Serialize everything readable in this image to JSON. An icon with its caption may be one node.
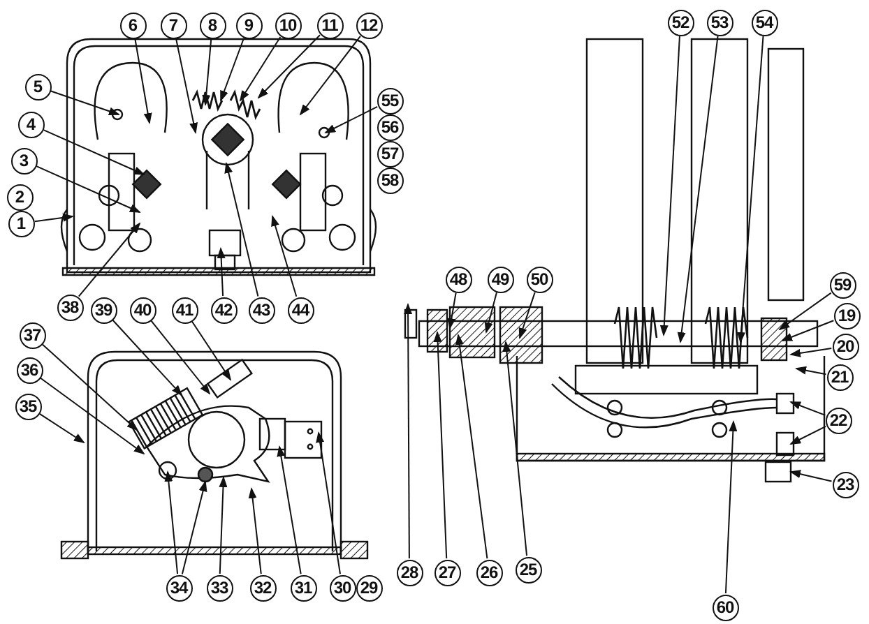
{
  "diagram": {
    "nodes": [
      {
        "text": [
          "6"
        ]
      },
      {
        "text": [
          "7"
        ]
      },
      {
        "text": [
          "8"
        ]
      },
      {
        "text": [
          "9"
        ]
      },
      {
        "text": [
          "10"
        ]
      },
      {
        "text": [
          "11"
        ]
      },
      {
        "text": [
          "12"
        ]
      },
      {
        "text": [
          "52"
        ]
      },
      {
        "text": [
          "53"
        ]
      },
      {
        "text": [
          "54"
        ]
      },
      {
        "text": [
          "5"
        ]
      },
      {
        "text": [
          "55"
        ]
      },
      {
        "text": [
          "56"
        ]
      },
      {
        "text": [
          "57"
        ]
      },
      {
        "text": [
          "58"
        ]
      },
      {
        "text": [
          "4"
        ]
      },
      {
        "text": [
          "3"
        ]
      },
      {
        "text": [
          "2"
        ]
      },
      {
        "text": [
          "1"
        ]
      },
      {
        "text": [
          "48"
        ]
      },
      {
        "text": [
          "49"
        ]
      },
      {
        "text": [
          "50"
        ]
      },
      {
        "text": [
          "59"
        ]
      },
      {
        "text": [
          "19"
        ]
      },
      {
        "text": [
          "20"
        ]
      },
      {
        "text": [
          "21"
        ]
      },
      {
        "text": [
          "22"
        ]
      },
      {
        "text": [
          "23"
        ]
      },
      {
        "text": [
          "38"
        ]
      },
      {
        "text": [
          "39"
        ]
      },
      {
        "text": [
          "40"
        ]
      },
      {
        "text": [
          "41"
        ]
      },
      {
        "text": [
          "42"
        ]
      },
      {
        "text": [
          "43"
        ]
      },
      {
        "text": [
          "44"
        ]
      },
      {
        "text": [
          "37"
        ]
      },
      {
        "text": [
          "36"
        ]
      },
      {
        "text": [
          "35"
        ]
      },
      {
        "text": [
          "28"
        ]
      },
      {
        "text": [
          "27"
        ]
      },
      {
        "text": [
          "26"
        ]
      },
      {
        "text": [
          "25"
        ]
      },
      {
        "text": [
          "60"
        ]
      },
      {
        "text": [
          "34"
        ]
      },
      {
        "text": [
          "33"
        ]
      },
      {
        "text": [
          "32"
        ]
      },
      {
        "text": [
          "31"
        ]
      },
      {
        "text": [
          "30"
        ]
      },
      {
        "text": [
          "29"
        ]
      }
    ],
    "edges": [
      {
        "from": 0,
        "to": null,
        "arrow": "to"
      },
      {
        "from": 1,
        "to": null,
        "arrow": "to"
      },
      {
        "from": 2,
        "to": null,
        "arrow": "to"
      },
      {
        "from": 3,
        "to": null,
        "arrow": "to"
      },
      {
        "from": 4,
        "to": null,
        "arrow": "to"
      },
      {
        "from": 5,
        "to": null,
        "arrow": "to"
      },
      {
        "from": 6,
        "to": null,
        "arrow": "to"
      },
      {
        "from": 7,
        "to": null,
        "arrow": "to"
      },
      {
        "from": 8,
        "to": null,
        "arrow": "to"
      },
      {
        "from": 9,
        "to": null,
        "arrow": "to"
      },
      {
        "from": 10,
        "to": null,
        "arrow": "to"
      },
      {
        "from": 11,
        "to": null,
        "arrow": "to"
      },
      {
        "from": 15,
        "to": null,
        "arrow": "to"
      },
      {
        "from": 16,
        "to": null,
        "arrow": "to"
      },
      {
        "from": 18,
        "to": null,
        "arrow": "to"
      },
      {
        "from": 19,
        "to": null,
        "arrow": "to"
      },
      {
        "from": 20,
        "to": null,
        "arrow": "to"
      },
      {
        "from": 21,
        "to": null,
        "arrow": "to"
      },
      {
        "from": 22,
        "to": null,
        "arrow": "to"
      },
      {
        "from": 23,
        "to": null,
        "arrow": "to"
      },
      {
        "from": 24,
        "to": null,
        "arrow": "to"
      },
      {
        "from": 25,
        "to": null,
        "arrow": "to"
      },
      {
        "from": 26,
        "to": null,
        "arrow": "to"
      },
      {
        "from": 26,
        "to": null,
        "arrow": "to"
      },
      {
        "from": 27,
        "to": null,
        "arrow": "to"
      },
      {
        "from": 28,
        "to": null,
        "arrow": "to"
      },
      {
        "from": 29,
        "to": null,
        "arrow": "to"
      },
      {
        "from": 30,
        "to": null,
        "arrow": "to"
      },
      {
        "from": 31,
        "to": null,
        "arrow": "to"
      },
      {
        "from": 32,
        "to": null,
        "arrow": "to"
      },
      {
        "from": 33,
        "to": null,
        "arrow": "to"
      },
      {
        "from": 34,
        "to": null,
        "arrow": "to"
      },
      {
        "from": 35,
        "to": null,
        "arrow": "to"
      },
      {
        "from": 36,
        "to": null,
        "arrow": "to"
      },
      {
        "from": 37,
        "to": null,
        "arrow": "to"
      },
      {
        "from": 38,
        "to": null,
        "arrow": "to"
      },
      {
        "from": 39,
        "to": null,
        "arrow": "to"
      },
      {
        "from": 40,
        "to": null,
        "arrow": "to"
      },
      {
        "from": 41,
        "to": null,
        "arrow": "to"
      },
      {
        "from": 42,
        "to": null,
        "arrow": "to"
      },
      {
        "from": 43,
        "to": null,
        "arrow": "to"
      },
      {
        "from": 43,
        "to": null,
        "arrow": "to"
      },
      {
        "from": 44,
        "to": null,
        "arrow": "to"
      },
      {
        "from": 45,
        "to": null,
        "arrow": "to"
      },
      {
        "from": 46,
        "to": null,
        "arrow": "to"
      },
      {
        "from": 47,
        "to": null,
        "arrow": "to"
      }
    ]
  }
}
